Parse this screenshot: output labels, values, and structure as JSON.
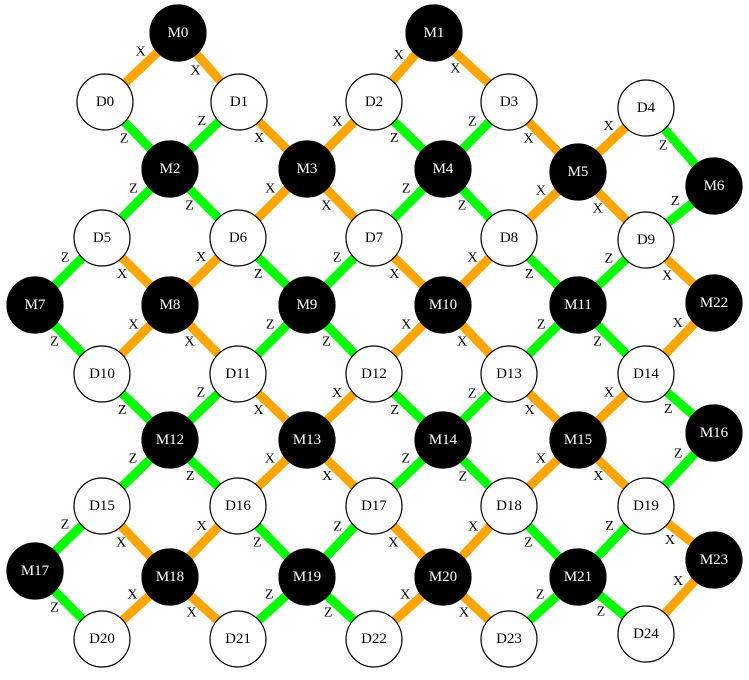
{
  "colors": {
    "X": "#ffa500",
    "Z": "#00ff00",
    "measure_fill": "#000000",
    "measure_text": "#ffffff",
    "data_fill": "#ffffff",
    "data_text": "#000000"
  },
  "nodes": [
    {
      "id": "M0",
      "type": "measure"
    },
    {
      "id": "M1",
      "type": "measure"
    },
    {
      "id": "D0",
      "type": "data"
    },
    {
      "id": "D1",
      "type": "data"
    },
    {
      "id": "D2",
      "type": "data"
    },
    {
      "id": "D3",
      "type": "data"
    },
    {
      "id": "D4",
      "type": "data"
    },
    {
      "id": "M2",
      "type": "measure"
    },
    {
      "id": "M3",
      "type": "measure"
    },
    {
      "id": "M4",
      "type": "measure"
    },
    {
      "id": "M5",
      "type": "measure"
    },
    {
      "id": "M6",
      "type": "measure"
    },
    {
      "id": "D5",
      "type": "data"
    },
    {
      "id": "D6",
      "type": "data"
    },
    {
      "id": "D7",
      "type": "data"
    },
    {
      "id": "D8",
      "type": "data"
    },
    {
      "id": "D9",
      "type": "data"
    },
    {
      "id": "M7",
      "type": "measure"
    },
    {
      "id": "M8",
      "type": "measure"
    },
    {
      "id": "M9",
      "type": "measure"
    },
    {
      "id": "M10",
      "type": "measure"
    },
    {
      "id": "M11",
      "type": "measure"
    },
    {
      "id": "M22",
      "type": "measure"
    },
    {
      "id": "D10",
      "type": "data"
    },
    {
      "id": "D11",
      "type": "data"
    },
    {
      "id": "D12",
      "type": "data"
    },
    {
      "id": "D13",
      "type": "data"
    },
    {
      "id": "D14",
      "type": "data"
    },
    {
      "id": "M12",
      "type": "measure"
    },
    {
      "id": "M13",
      "type": "measure"
    },
    {
      "id": "M14",
      "type": "measure"
    },
    {
      "id": "M15",
      "type": "measure"
    },
    {
      "id": "M16",
      "type": "measure"
    },
    {
      "id": "D15",
      "type": "data"
    },
    {
      "id": "D16",
      "type": "data"
    },
    {
      "id": "D17",
      "type": "data"
    },
    {
      "id": "D18",
      "type": "data"
    },
    {
      "id": "D19",
      "type": "data"
    },
    {
      "id": "M17",
      "type": "measure"
    },
    {
      "id": "M18",
      "type": "measure"
    },
    {
      "id": "M19",
      "type": "measure"
    },
    {
      "id": "M20",
      "type": "measure"
    },
    {
      "id": "M21",
      "type": "measure"
    },
    {
      "id": "M23",
      "type": "measure"
    },
    {
      "id": "D20",
      "type": "data"
    },
    {
      "id": "D21",
      "type": "data"
    },
    {
      "id": "D22",
      "type": "data"
    },
    {
      "id": "D23",
      "type": "data"
    },
    {
      "id": "D24",
      "type": "data"
    }
  ],
  "edges": [
    {
      "from": "M0",
      "to": "D0",
      "type": "X"
    },
    {
      "from": "M0",
      "to": "D1",
      "type": "X"
    },
    {
      "from": "M1",
      "to": "D2",
      "type": "X"
    },
    {
      "from": "M1",
      "to": "D3",
      "type": "X"
    },
    {
      "from": "D0",
      "to": "M2",
      "type": "Z"
    },
    {
      "from": "D1",
      "to": "M2",
      "type": "Z"
    },
    {
      "from": "D1",
      "to": "M3",
      "type": "X"
    },
    {
      "from": "D2",
      "to": "M3",
      "type": "X"
    },
    {
      "from": "D2",
      "to": "M4",
      "type": "Z"
    },
    {
      "from": "D3",
      "to": "M4",
      "type": "Z"
    },
    {
      "from": "D3",
      "to": "M5",
      "type": "X"
    },
    {
      "from": "D4",
      "to": "M5",
      "type": "X"
    },
    {
      "from": "D4",
      "to": "M6",
      "type": "Z"
    },
    {
      "from": "M2",
      "to": "D5",
      "type": "Z"
    },
    {
      "from": "M2",
      "to": "D6",
      "type": "Z"
    },
    {
      "from": "M3",
      "to": "D6",
      "type": "X"
    },
    {
      "from": "M3",
      "to": "D7",
      "type": "X"
    },
    {
      "from": "M4",
      "to": "D7",
      "type": "Z"
    },
    {
      "from": "M4",
      "to": "D8",
      "type": "Z"
    },
    {
      "from": "M5",
      "to": "D8",
      "type": "X"
    },
    {
      "from": "M5",
      "to": "D9",
      "type": "X"
    },
    {
      "from": "M6",
      "to": "D9",
      "type": "Z"
    },
    {
      "from": "D5",
      "to": "M7",
      "type": "Z"
    },
    {
      "from": "D5",
      "to": "M8",
      "type": "X"
    },
    {
      "from": "D6",
      "to": "M8",
      "type": "X"
    },
    {
      "from": "D6",
      "to": "M9",
      "type": "Z"
    },
    {
      "from": "D7",
      "to": "M9",
      "type": "Z"
    },
    {
      "from": "D7",
      "to": "M10",
      "type": "X"
    },
    {
      "from": "D8",
      "to": "M10",
      "type": "X"
    },
    {
      "from": "D8",
      "to": "M11",
      "type": "Z"
    },
    {
      "from": "D9",
      "to": "M11",
      "type": "Z"
    },
    {
      "from": "D9",
      "to": "M22",
      "type": "X"
    },
    {
      "from": "M7",
      "to": "D10",
      "type": "Z"
    },
    {
      "from": "M8",
      "to": "D10",
      "type": "X"
    },
    {
      "from": "M8",
      "to": "D11",
      "type": "X"
    },
    {
      "from": "M9",
      "to": "D11",
      "type": "Z"
    },
    {
      "from": "M9",
      "to": "D12",
      "type": "Z"
    },
    {
      "from": "M10",
      "to": "D12",
      "type": "X"
    },
    {
      "from": "M10",
      "to": "D13",
      "type": "X"
    },
    {
      "from": "M11",
      "to": "D13",
      "type": "Z"
    },
    {
      "from": "M11",
      "to": "D14",
      "type": "Z"
    },
    {
      "from": "M22",
      "to": "D14",
      "type": "X"
    },
    {
      "from": "D10",
      "to": "M12",
      "type": "Z"
    },
    {
      "from": "D11",
      "to": "M12",
      "type": "Z"
    },
    {
      "from": "D11",
      "to": "M13",
      "type": "X"
    },
    {
      "from": "D12",
      "to": "M13",
      "type": "X"
    },
    {
      "from": "D12",
      "to": "M14",
      "type": "Z"
    },
    {
      "from": "D13",
      "to": "M14",
      "type": "Z"
    },
    {
      "from": "D13",
      "to": "M15",
      "type": "X"
    },
    {
      "from": "D14",
      "to": "M15",
      "type": "X"
    },
    {
      "from": "D14",
      "to": "M16",
      "type": "Z"
    },
    {
      "from": "M12",
      "to": "D15",
      "type": "Z"
    },
    {
      "from": "M12",
      "to": "D16",
      "type": "Z"
    },
    {
      "from": "M13",
      "to": "D16",
      "type": "X"
    },
    {
      "from": "M13",
      "to": "D17",
      "type": "X"
    },
    {
      "from": "M14",
      "to": "D17",
      "type": "Z"
    },
    {
      "from": "M14",
      "to": "D18",
      "type": "Z"
    },
    {
      "from": "M15",
      "to": "D18",
      "type": "X"
    },
    {
      "from": "M15",
      "to": "D19",
      "type": "X"
    },
    {
      "from": "M16",
      "to": "D19",
      "type": "Z"
    },
    {
      "from": "D15",
      "to": "M17",
      "type": "Z"
    },
    {
      "from": "D15",
      "to": "M18",
      "type": "X"
    },
    {
      "from": "D16",
      "to": "M18",
      "type": "X"
    },
    {
      "from": "D16",
      "to": "M19",
      "type": "Z"
    },
    {
      "from": "D17",
      "to": "M19",
      "type": "Z"
    },
    {
      "from": "D17",
      "to": "M20",
      "type": "X"
    },
    {
      "from": "D18",
      "to": "M20",
      "type": "X"
    },
    {
      "from": "D18",
      "to": "M21",
      "type": "Z"
    },
    {
      "from": "D19",
      "to": "M21",
      "type": "Z"
    },
    {
      "from": "D19",
      "to": "M23",
      "type": "X"
    },
    {
      "from": "M17",
      "to": "D20",
      "type": "Z"
    },
    {
      "from": "M18",
      "to": "D20",
      "type": "X"
    },
    {
      "from": "M18",
      "to": "D21",
      "type": "X"
    },
    {
      "from": "M19",
      "to": "D21",
      "type": "Z"
    },
    {
      "from": "M19",
      "to": "D22",
      "type": "Z"
    },
    {
      "from": "M20",
      "to": "D22",
      "type": "X"
    },
    {
      "from": "M20",
      "to": "D23",
      "type": "X"
    },
    {
      "from": "M21",
      "to": "D23",
      "type": "Z"
    },
    {
      "from": "M21",
      "to": "D24",
      "type": "Z"
    },
    {
      "from": "M23",
      "to": "D24",
      "type": "X"
    }
  ]
}
